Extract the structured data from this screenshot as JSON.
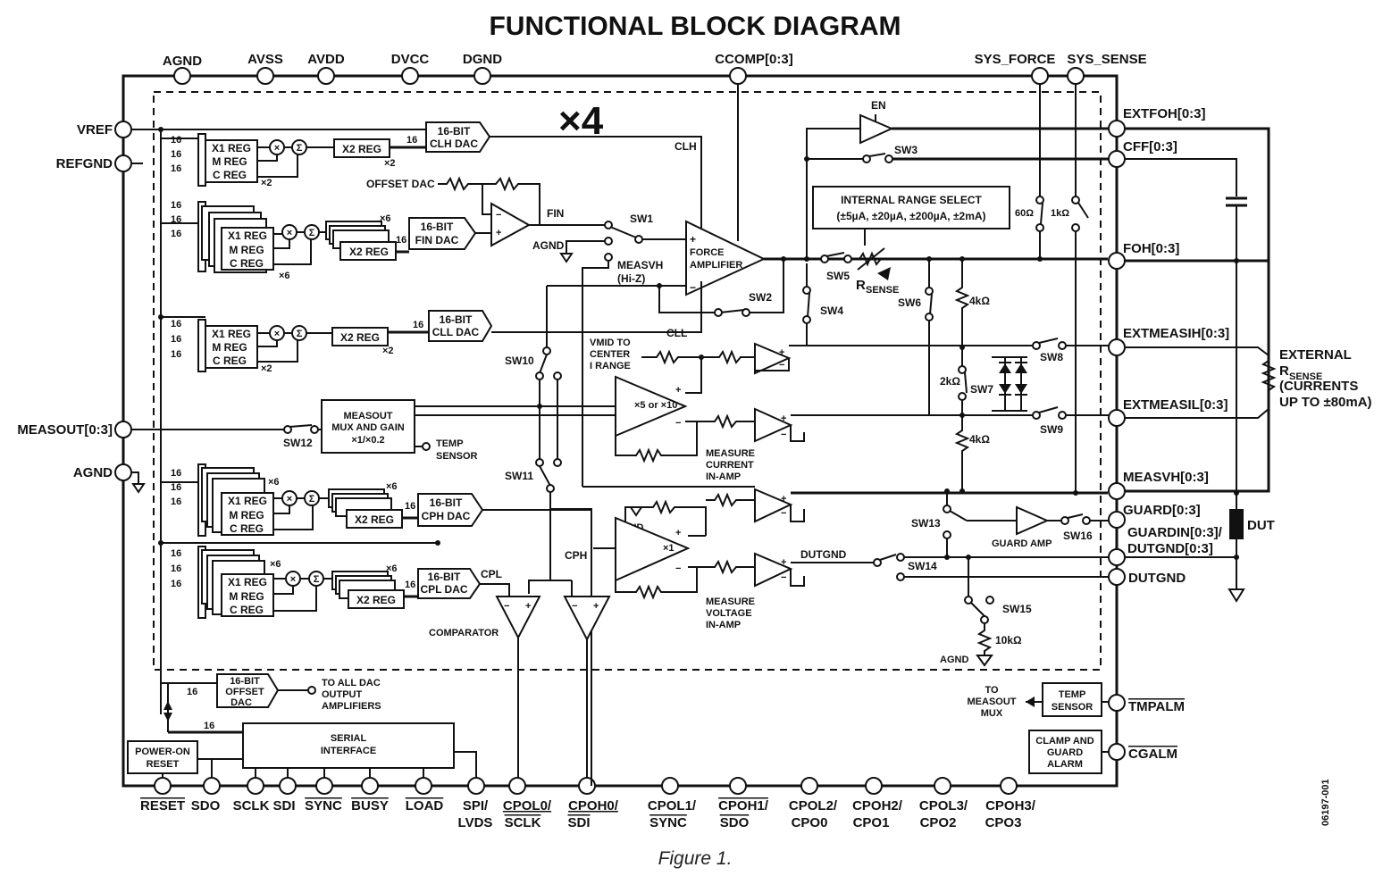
{
  "title": "FUNCTIONAL BLOCK DIAGRAM",
  "caption": "Figure 1.",
  "figure_id": "06197-001",
  "multiplier": "×4",
  "pins_top": [
    "AGND",
    "AVSS",
    "AVDD",
    "DVCC",
    "DGND",
    "CCOMP[0:3]",
    "SYS_FORCE",
    "SYS_SENSE"
  ],
  "pins_left": [
    "VREF",
    "REFGND",
    "MEASOUT[0:3]",
    "AGND"
  ],
  "pins_right": [
    "EXTFOH[0:3]",
    "CFF[0:3]",
    "FOH[0:3]",
    "EXTMEASIH[0:3]",
    "EXTMEASIL[0:3]",
    "MEASVH[0:3]",
    "GUARD[0:3]",
    "GUARDIN[0:3]/",
    "DUTGND[0:3]",
    "DUTGND",
    "TMPALM",
    "CGALM"
  ],
  "pins_bottom": [
    "RESET",
    "SDO",
    "SCLK",
    "SDI",
    "SYNC",
    "BUSY",
    "LOAD",
    "SPI/",
    "LVDS",
    "CPOL0/",
    "SCLK",
    "CPOH0/",
    "SDI",
    "CPOL1/",
    "SYNC",
    "CPOH1/",
    "SDO",
    "CPOL2/",
    "CPO0",
    "CPOH2/",
    "CPO1",
    "CPOL3/",
    "CPO2",
    "CPOH3/",
    "CPO3"
  ],
  "registers": {
    "x1": "X1 REG",
    "m": "M REG",
    "c": "C REG",
    "x2": "X2 REG"
  },
  "dacs": {
    "clh": [
      "16-BIT",
      "CLH DAC"
    ],
    "fin": [
      "16-BIT",
      "FIN DAC"
    ],
    "cll": [
      "16-BIT",
      "CLL DAC"
    ],
    "cph": [
      "16-BIT",
      "CPH DAC"
    ],
    "cpl": [
      "16-BIT",
      "CPL DAC"
    ],
    "offset": [
      "16-BIT",
      "OFFSET",
      "DAC"
    ]
  },
  "bus_width": "16",
  "mult_labels": [
    "×2",
    "×6"
  ],
  "signals": {
    "clh": "CLH",
    "cll": "CLL",
    "fin": "FIN",
    "cph": "CPH",
    "cpl": "CPL",
    "offset_dac": "OFFSET DAC",
    "en": "EN",
    "dutgnd": "DUTGND",
    "agnd": "AGND"
  },
  "switches": [
    "SW1",
    "SW2",
    "SW3",
    "SW4",
    "SW5",
    "SW6",
    "SW7",
    "SW8",
    "SW9",
    "SW10",
    "SW11",
    "SW12",
    "SW13",
    "SW14",
    "SW15",
    "SW16"
  ],
  "blocks": {
    "force_amp": [
      "FORCE",
      "AMPLIFIER"
    ],
    "internal_range": [
      "INTERNAL RANGE SELECT",
      "(±5µA, ±20µA, ±200µA, ±2mA)"
    ],
    "rsense": "R",
    "rsense_sub": "SENSE",
    "measout_mux": [
      "MEASOUT",
      "MUX AND GAIN",
      "×1/×0.2"
    ],
    "temp_sensor_int": [
      "TEMP",
      "SENSOR"
    ],
    "measvh": [
      "MEASVH",
      "(Hi-Z)"
    ],
    "vmid": [
      "VMID TO",
      "CENTER",
      "I RANGE"
    ],
    "current_amp_gain": "×5 or ×10",
    "measure_current": [
      "MEASURE",
      "CURRENT",
      "IN-AMP"
    ],
    "voltage_amp_gain": "×1",
    "measure_voltage": [
      "MEASURE",
      "VOLTAGE",
      "IN-AMP"
    ],
    "comparator": "COMPARATOR",
    "guard_amp": "GUARD AMP",
    "to_all_dac": [
      "TO ALL DAC",
      "OUTPUT",
      "AMPLIFIERS"
    ],
    "power_on": [
      "POWER-ON",
      "RESET"
    ],
    "serial": [
      "SERIAL",
      "INTERFACE"
    ],
    "to_measout": [
      "TO",
      "MEASOUT",
      "MUX"
    ],
    "temp_sensor": [
      "TEMP",
      "SENSOR"
    ],
    "clamp": [
      "CLAMP AND",
      "GUARD",
      "ALARM"
    ],
    "external": [
      "EXTERNAL",
      "R",
      "SENSE",
      "(CURRENTS",
      "UP TO ±80mA)"
    ],
    "dut": "DUT"
  },
  "resistors": {
    "r60": "60Ω",
    "r1k": "1kΩ",
    "r4k_a": "4kΩ",
    "r2k": "2kΩ",
    "r4k_b": "4kΩ",
    "r10k": "10kΩ"
  }
}
